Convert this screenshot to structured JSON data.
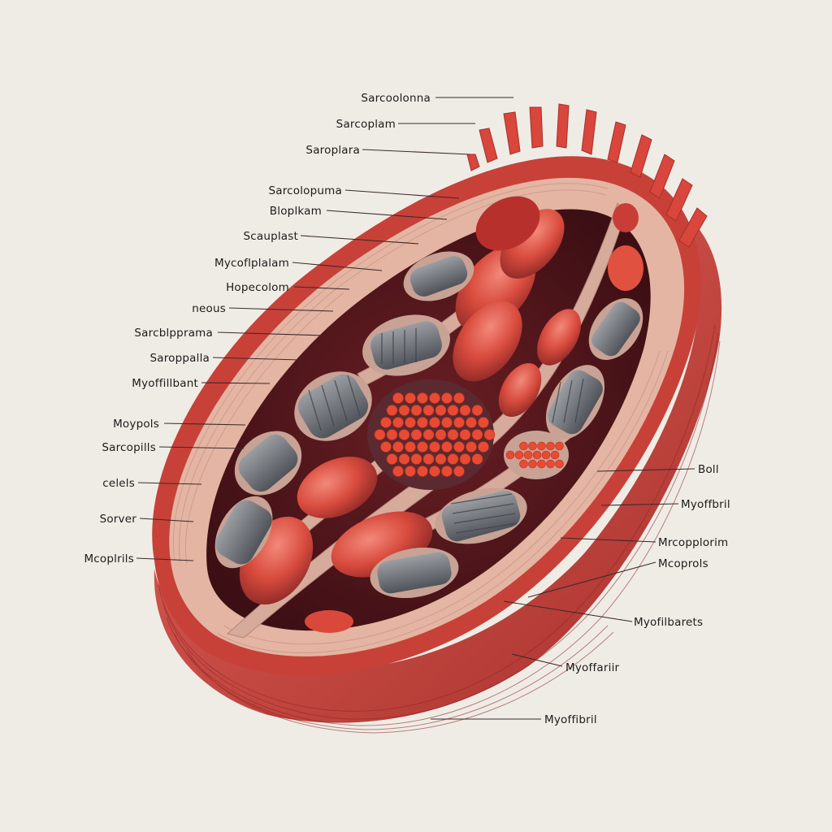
{
  "diagram": {
    "labels_left": [
      "Sarcoolonna",
      "Sarcoplam",
      "Saroplara",
      "Sarcolopuma",
      "Bloplkam",
      "Scauplast",
      "Mycoflplalam",
      "Hopecolom",
      "neous",
      "Sarcblpprama",
      "Saroppalla",
      "Myoffillbant",
      "Moypols",
      "Sarcopills",
      "celels",
      "Sorver",
      "Mcoplrils"
    ],
    "labels_right": [
      "Boll",
      "Myoffbril",
      "Mrcopplorim",
      "Mcoprols",
      "Myofilbarets",
      "Myoffariir",
      "Myoffibril"
    ],
    "colors": {
      "background": "#efece6",
      "outer_membrane": "#c9443c",
      "inner_membrane": "#e3b7a4",
      "muscle": "#d64a3c",
      "myofibril_gray": "#6f7378",
      "nucleus_dots": "#e84a34",
      "sheath": "#c8a295"
    }
  }
}
